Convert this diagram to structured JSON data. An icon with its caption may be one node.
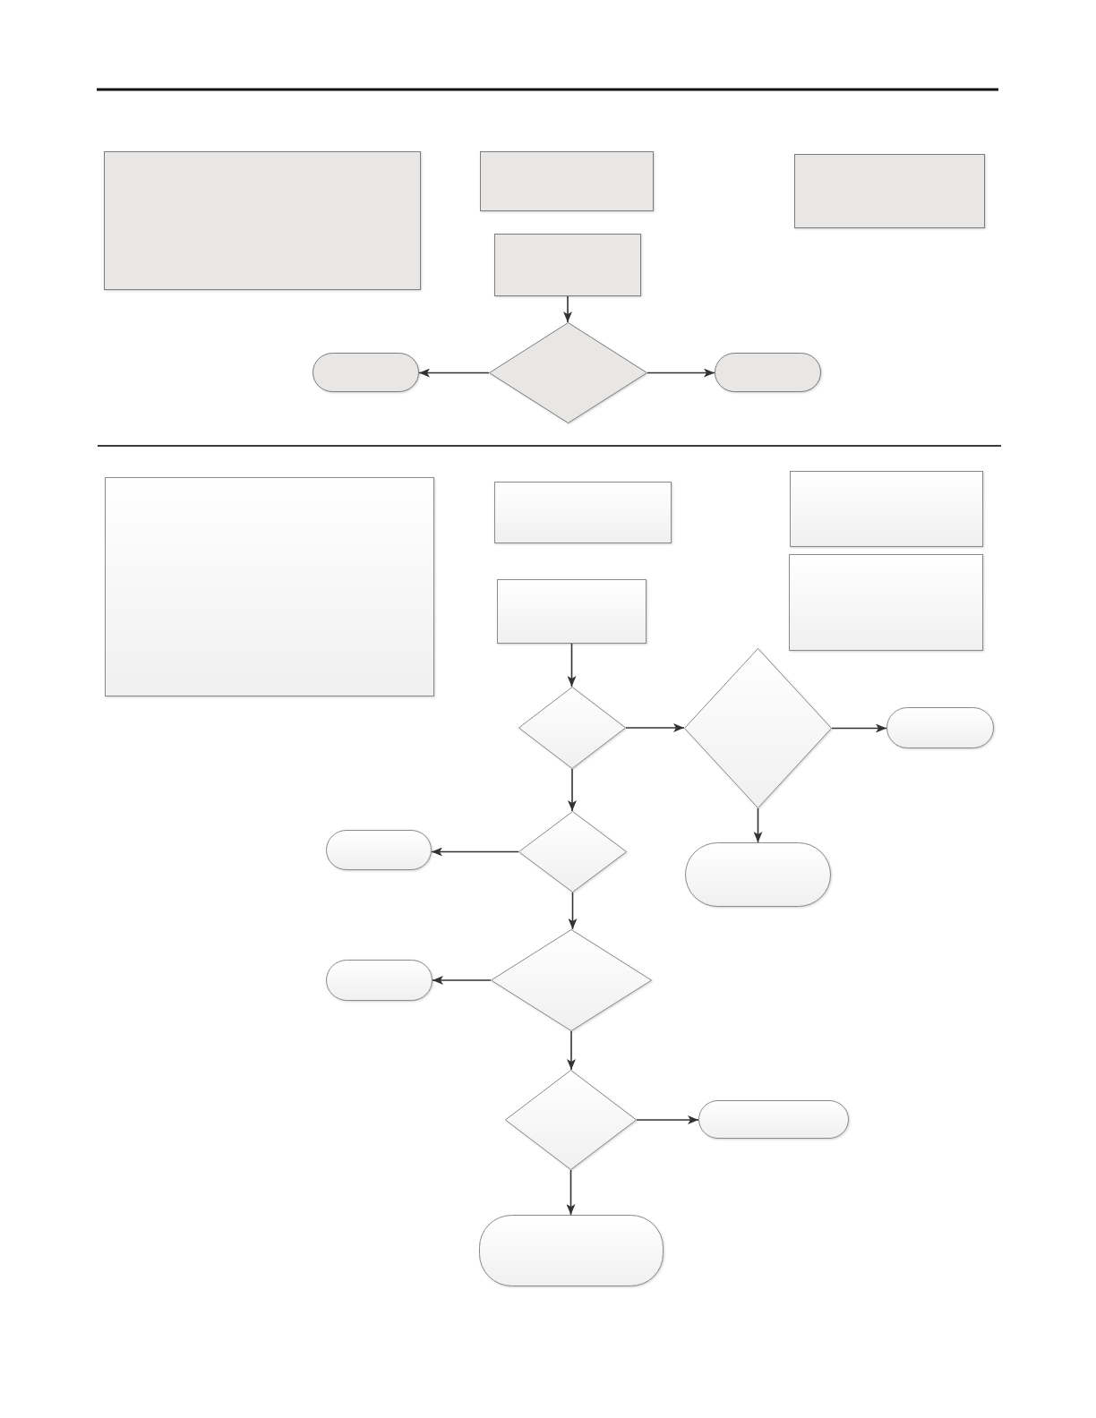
{
  "diagram": {
    "nodes": [
      {
        "text": [],
        "shape": "box"
      },
      {
        "text": [],
        "shape": "box"
      },
      {
        "text": [],
        "shape": "box"
      },
      {
        "text": [],
        "shape": "box"
      },
      {
        "text": [],
        "shape": "diamond"
      },
      {
        "text": [],
        "shape": "pill"
      },
      {
        "text": [],
        "shape": "pill"
      },
      {
        "text": [],
        "shape": "box"
      },
      {
        "text": [],
        "shape": "box"
      },
      {
        "text": [],
        "shape": "box"
      },
      {
        "text": [],
        "shape": "box"
      },
      {
        "text": [],
        "shape": "box"
      },
      {
        "text": [],
        "shape": "diamond"
      },
      {
        "text": [],
        "shape": "diamond"
      },
      {
        "text": [],
        "shape": "pill"
      },
      {
        "text": [],
        "shape": "pill"
      },
      {
        "text": [],
        "shape": "diamond"
      },
      {
        "text": [],
        "shape": "pill"
      },
      {
        "text": [],
        "shape": "pill"
      },
      {
        "text": [],
        "shape": "diamond"
      },
      {
        "text": [],
        "shape": "diamond"
      },
      {
        "text": [],
        "shape": "pill"
      },
      {
        "text": [],
        "shape": "pill"
      }
    ],
    "edges": [
      {
        "from": 3,
        "to": 4,
        "arrow": "to"
      },
      {
        "from": 4,
        "to": 5,
        "arrow": "to"
      },
      {
        "from": 4,
        "to": 6,
        "arrow": "to"
      },
      {
        "from": 11,
        "to": 12,
        "arrow": "to"
      },
      {
        "from": 12,
        "to": 13,
        "arrow": "to"
      },
      {
        "from": 13,
        "to": 14,
        "arrow": "to"
      },
      {
        "from": 13,
        "to": 17,
        "arrow": "to"
      },
      {
        "from": 12,
        "to": 16,
        "arrow": "to"
      },
      {
        "from": 16,
        "to": 15,
        "arrow": "to"
      },
      {
        "from": 16,
        "to": 19,
        "arrow": "to"
      },
      {
        "from": 19,
        "to": 18,
        "arrow": "to"
      },
      {
        "from": 19,
        "to": 20,
        "arrow": "to"
      },
      {
        "from": 20,
        "to": 21,
        "arrow": "to"
      },
      {
        "from": 20,
        "to": 22,
        "arrow": "to"
      }
    ]
  }
}
